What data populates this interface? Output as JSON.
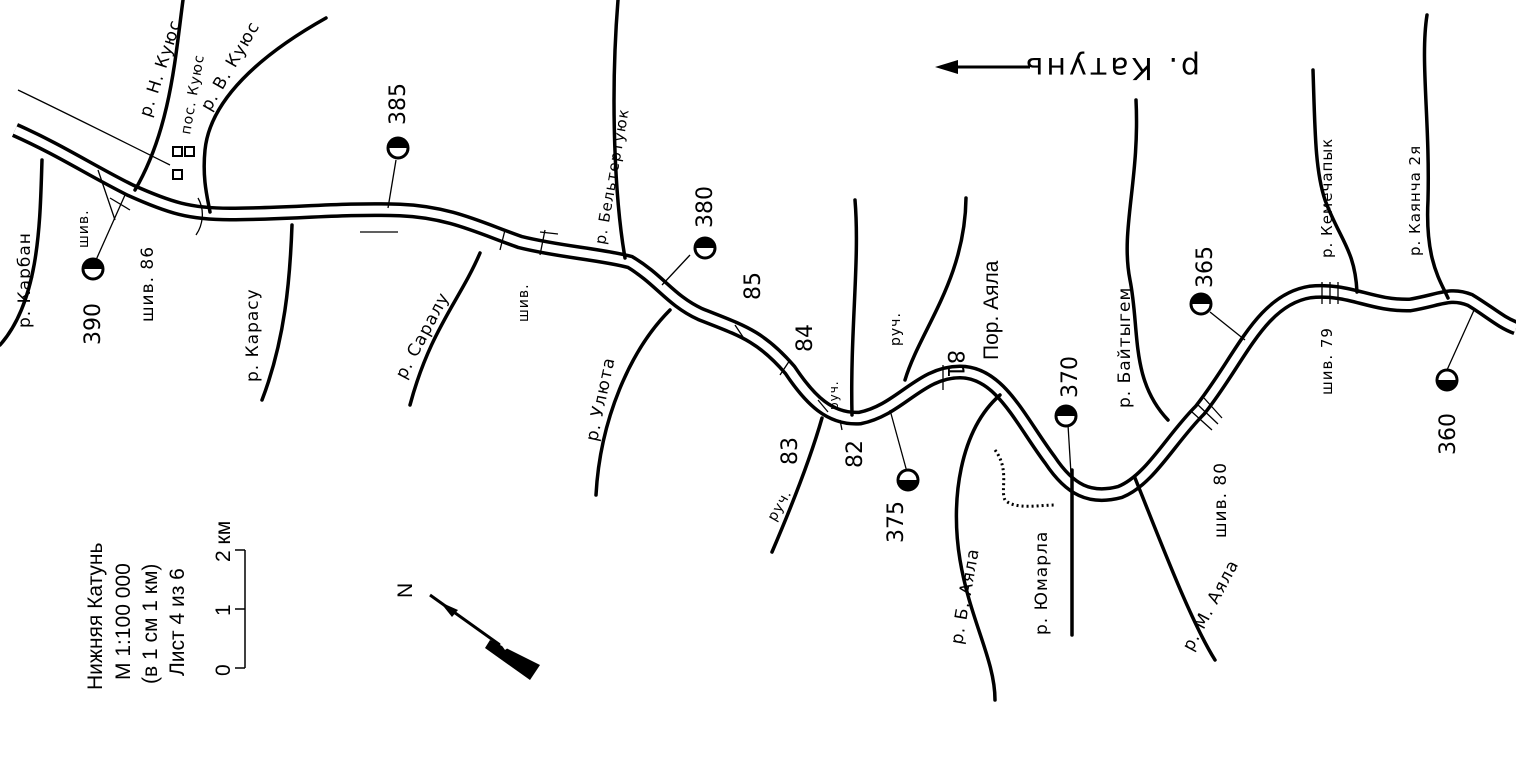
{
  "title": "р. Катунь",
  "legend": {
    "name": "Нижняя Катунь",
    "scale": "М 1:100 000",
    "scale_note": "(в 1 см 1 км)",
    "sheet": "Лист 4 из 6",
    "scale_ticks": [
      "0",
      "1",
      "2 км"
    ],
    "north": "N"
  },
  "tributaries": {
    "karban": "р. Карбан",
    "n_kuyus": "р. Н. Куюс",
    "pos_kuyus": "пос. Куюс",
    "v_kuyus": "р. В. Куюс",
    "karasu": "р. Карасу",
    "saralu": "р. Саралу",
    "beltertuyuk": "р. Бельтертуюк",
    "ulyuta": "р. Улюта",
    "ruch1": "руч.",
    "ruch2": "руч.",
    "ruch3": "руч.",
    "b_ayala": "р. Б. Аяла",
    "yumarla": "р. Юмарла",
    "baitygem": "р. Байтыгем",
    "m_ayala": "р. М. Аяла",
    "kemechapyk": "р. Кемечапык",
    "kayancha": "р. Каянча 2я"
  },
  "rapids": {
    "shiv_a": "шив.",
    "shiv86": "шив. 86",
    "shiv_b": "шив.",
    "por_ayala": "Пор. Аяла",
    "shiv80": "шив. 80",
    "shiv79": "шив. 79"
  },
  "km_marks": [
    "85",
    "84",
    "83",
    "82",
    "81"
  ],
  "elevations": [
    "390",
    "385",
    "380",
    "375",
    "370",
    "365",
    "360"
  ],
  "flow_direction": "left"
}
